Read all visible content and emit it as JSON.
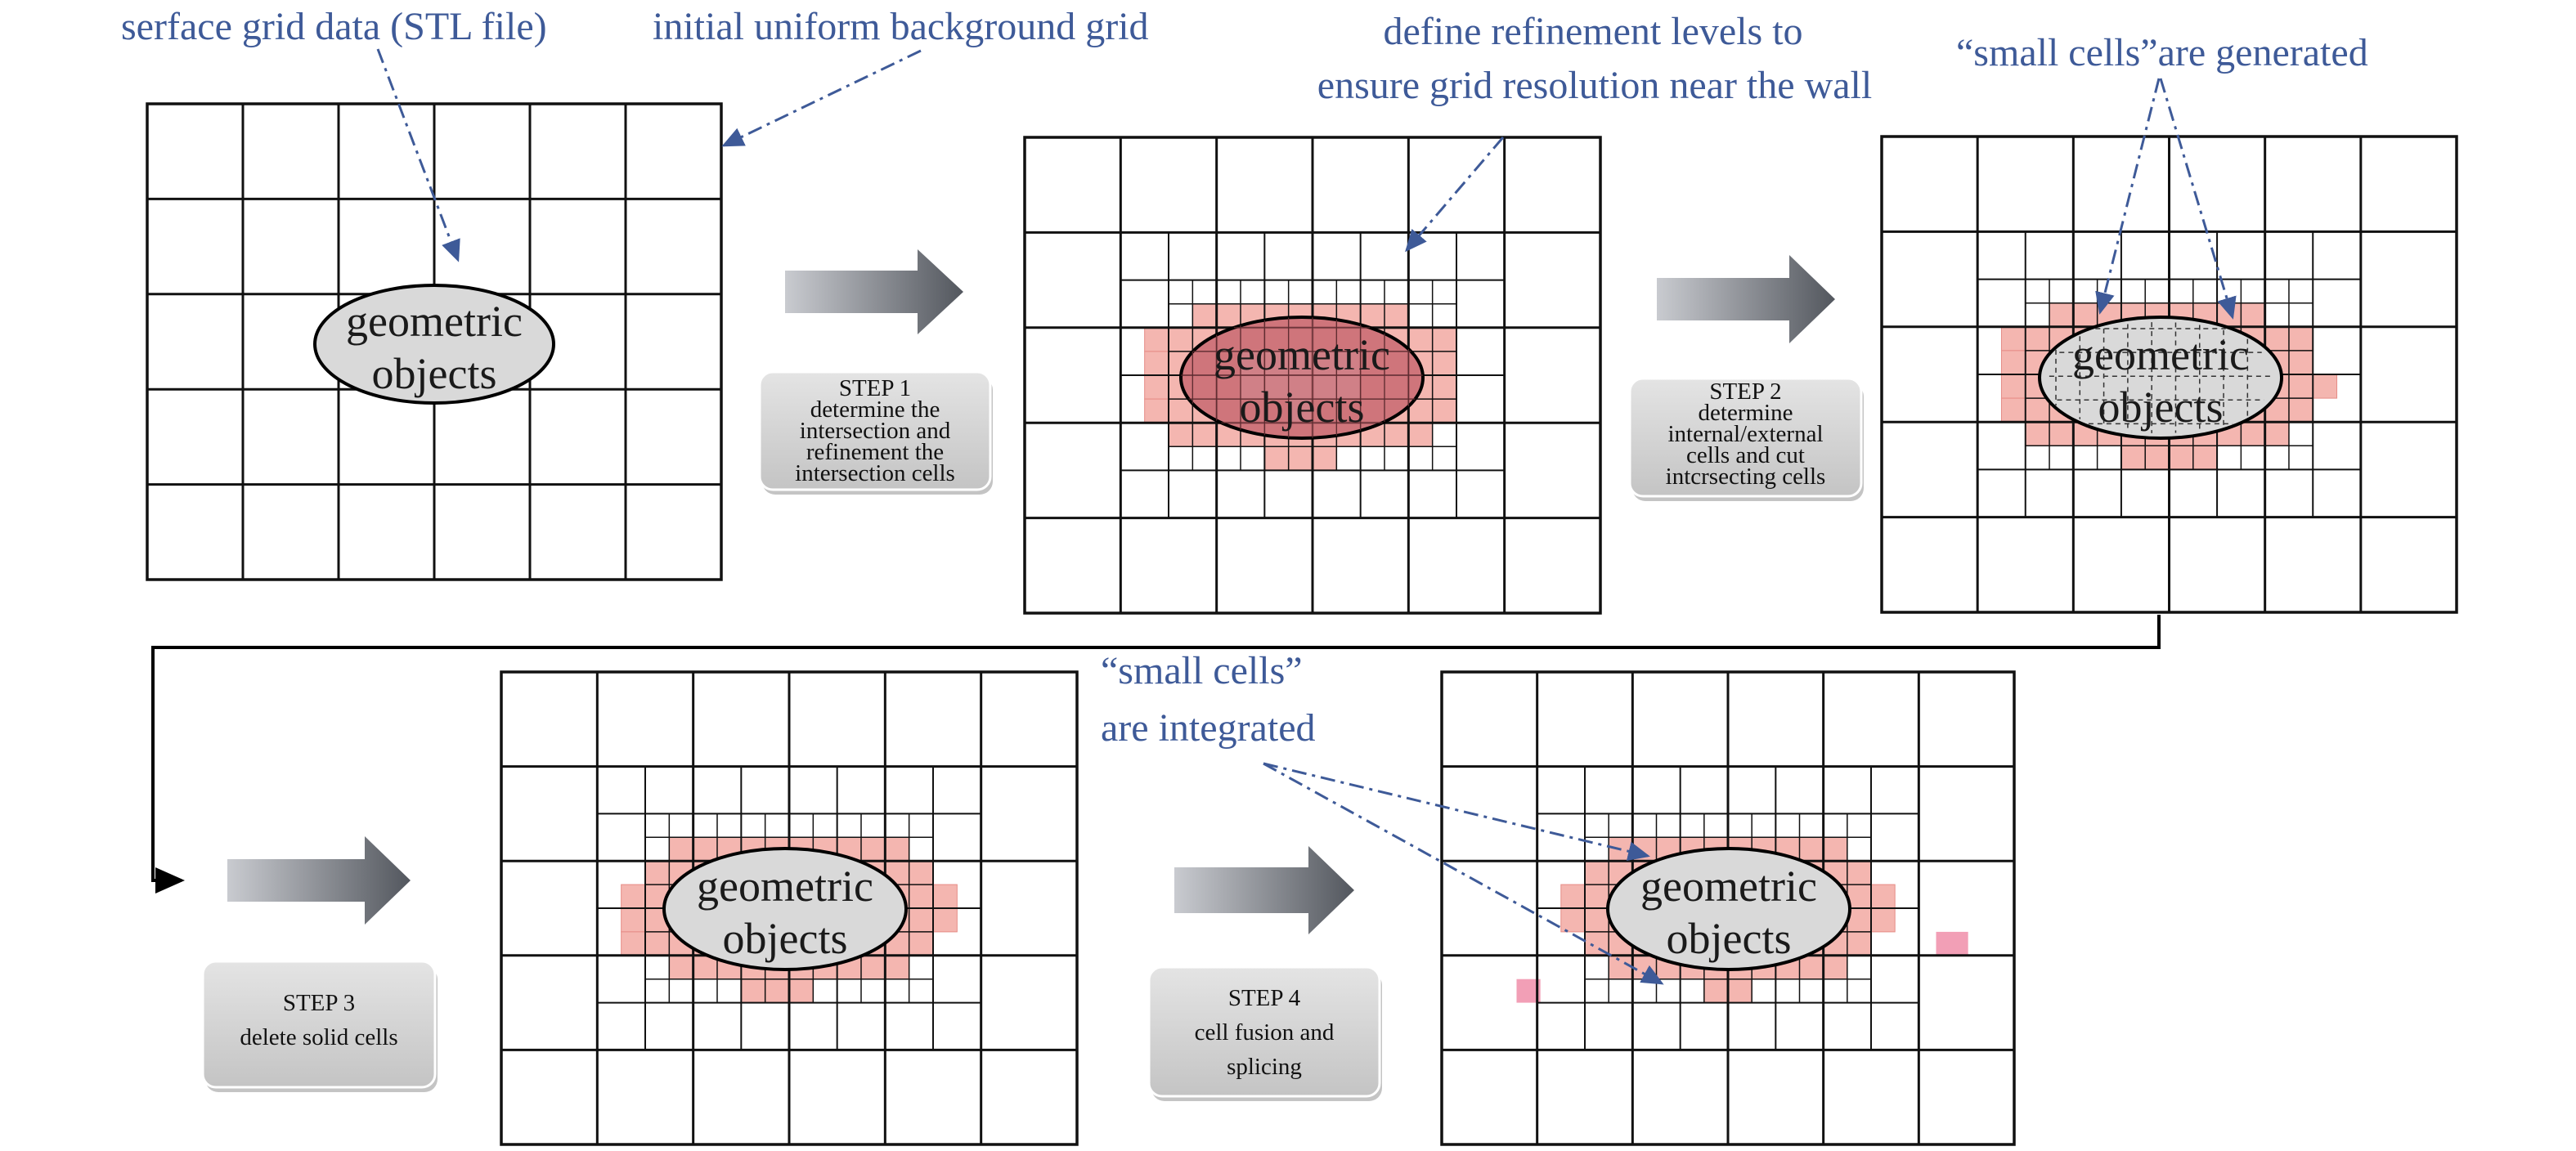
{
  "annotations": {
    "stl_surface": "serface grid data (STL file)",
    "background_grid": "initial uniform background grid",
    "refine_line1": "define refinement levels to",
    "refine_line2": "ensure grid resolution near the wall",
    "small_cells_generated": "“small cells”are generated",
    "small_cells_line1": "“small cells”",
    "small_cells_line2": "are integrated"
  },
  "geometric_objects": {
    "line1": "geometric",
    "line2": "objects"
  },
  "steps": [
    {
      "lines": [
        "STEP 1",
        "determine the",
        "intersection and",
        "refinement the",
        "intersection cells"
      ]
    },
    {
      "lines": [
        "STEP 2",
        "determine",
        "internal/external",
        "cells and cut",
        "intcrsecting cells"
      ]
    },
    {
      "lines": [
        "STEP 3",
        "delete solid cells"
      ]
    },
    {
      "lines": [
        "STEP 4",
        "cell fusion and",
        "splicing"
      ]
    }
  ],
  "colors": {
    "annotation_text": "#3e5a98",
    "highlight_cells": "#f4b6b0",
    "highlight_strong": "#c86a72",
    "grid_lines": "#111111",
    "step_box": "#d4d4d4",
    "ellipse_fill": "#d9d9d9"
  }
}
